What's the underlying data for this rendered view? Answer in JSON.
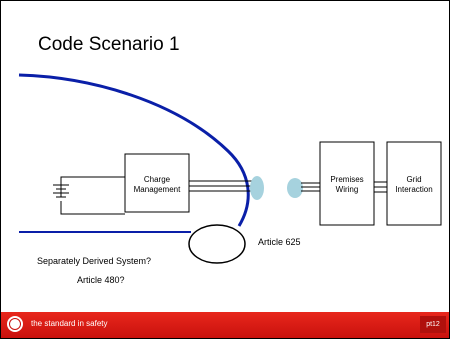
{
  "slide": {
    "title": "Code Scenario 1"
  },
  "boxes": {
    "charge": {
      "label": "Charge Management"
    },
    "premises": {
      "label": "Premises Wiring"
    },
    "grid": {
      "label": "Grid Interaction"
    }
  },
  "notes": {
    "article_625": "Article 625",
    "separately_derived": "Separately Derived System?",
    "article_480": "Article 480?"
  },
  "footer": {
    "tagline": "the standard in safety",
    "page": "pt12"
  },
  "colors": {
    "accent_blue": "#0a1fa8",
    "connector_cyan": "#a6d2de",
    "footer_red": "#d61a14"
  }
}
